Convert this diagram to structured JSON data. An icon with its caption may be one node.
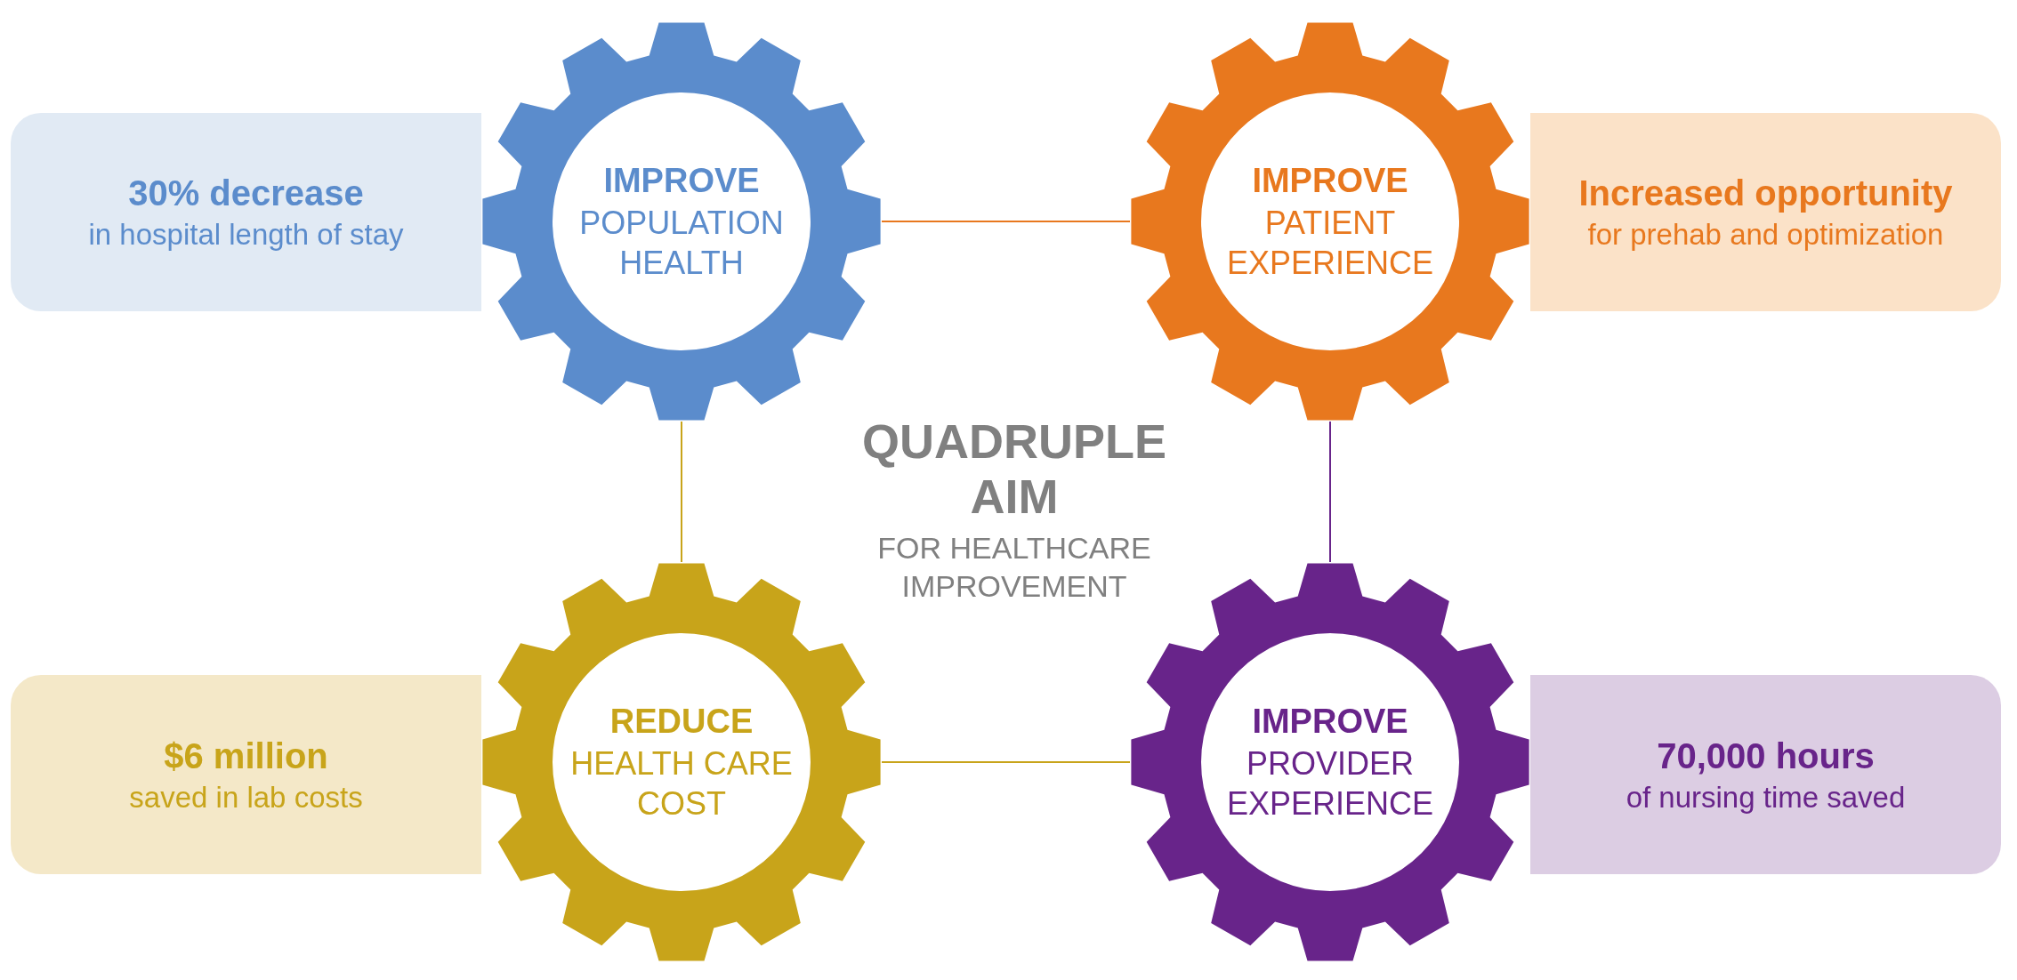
{
  "diagram": {
    "title": "QUADRUPLE AIM",
    "nodes": [
      {
        "text": [
          "30% decrease",
          "in hospital length of stay"
        ]
      },
      {
        "text": [
          "IMPROVE",
          "POPULATION HEALTH"
        ]
      },
      {
        "text": [
          "IMPROVE",
          "PATIENT EXPERIENCE"
        ]
      },
      {
        "text": [
          "Increased opportunity",
          "for prehab and optimization"
        ]
      },
      {
        "text": [
          "$6 million",
          "saved in lab costs"
        ]
      },
      {
        "text": [
          "REDUCE",
          "HEALTH CARE COST"
        ]
      },
      {
        "text": [
          "IMPROVE",
          "PROVIDER EXPERIENCE"
        ]
      },
      {
        "text": [
          "70,000 hours",
          "of nursing time saved"
        ]
      }
    ],
    "edges": [
      {
        "from": 1,
        "to": 2,
        "arrow": "none",
        "color": "#e8781e"
      },
      {
        "from": 1,
        "to": 5,
        "arrow": "none",
        "color": "#c8a41a"
      },
      {
        "from": 2,
        "to": 6,
        "arrow": "none",
        "color": "#68248a"
      },
      {
        "from": 5,
        "to": 6,
        "arrow": "none",
        "color": "#c8a41a"
      }
    ],
    "labels": [
      "FOR HEALTHCARE IMPROVEMENT"
    ]
  }
}
